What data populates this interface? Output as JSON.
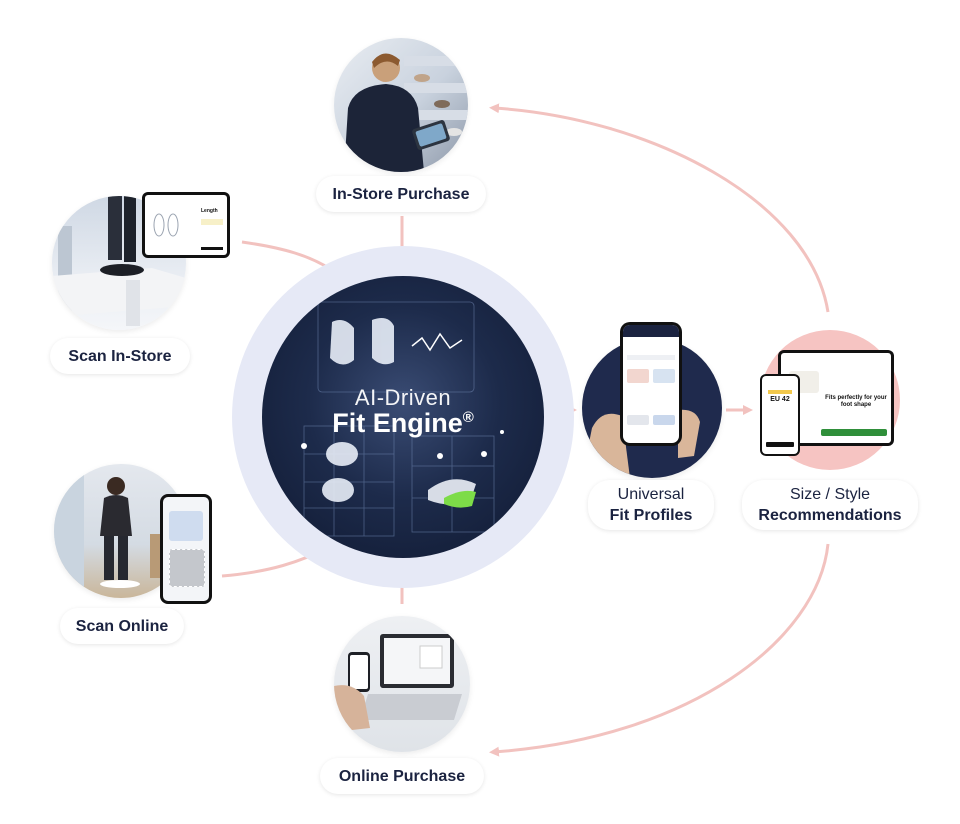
{
  "center": {
    "line1": "AI-Driven",
    "line2": "Fit Engine",
    "mark": "®"
  },
  "nodes": {
    "in_store_purchase": "In-Store Purchase",
    "scan_in_store": "Scan In-Store",
    "scan_online": "Scan Online",
    "online_purchase": "Online Purchase",
    "universal_fit_profiles": {
      "line1": "Universal",
      "line2": "Fit Profiles"
    },
    "size_style_recommendations": {
      "line1": "Size / Style",
      "line2": "Recommendations"
    }
  },
  "devices": {
    "scan_tablet_title": "Length",
    "phone_size": "EU 42",
    "tablet_headline": "Fits perfectly for your foot shape"
  },
  "colors": {
    "arrow": "#f2c2bf",
    "navy": "#1b2340",
    "halo": "#e6e9f6",
    "recommend_bg": "#f6c4c2",
    "profiles_bg": "#1f2a4d"
  }
}
